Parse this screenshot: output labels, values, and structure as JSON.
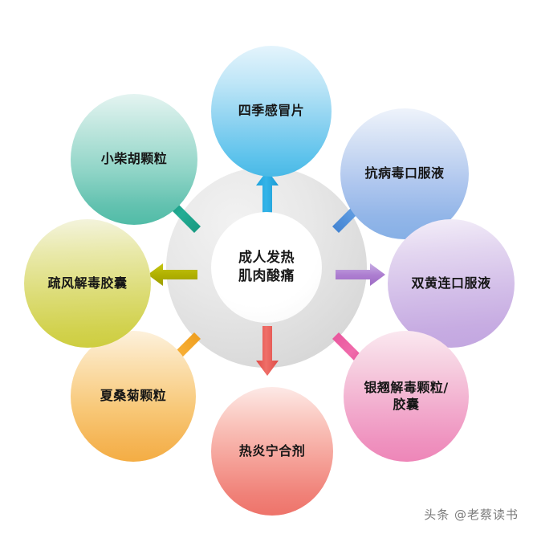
{
  "diagram": {
    "type": "radial-hub-and-spoke",
    "center": {
      "line1": "成人发热",
      "line2": "肌肉酸痛"
    },
    "nodes": [
      {
        "id": "top",
        "label": "四季感冒片",
        "position": "top",
        "color": "#49b9e6",
        "arrow_color": "#29abe2",
        "direction": "up"
      },
      {
        "id": "topright",
        "label": "抗病毒口服液",
        "position": "top-right",
        "color": "#86b0e6",
        "arrow_color": "#4a8fd6",
        "direction": "up-right"
      },
      {
        "id": "right",
        "label": "双黄连口服液",
        "position": "right",
        "color": "#c2a6e0",
        "arrow_color": "#b07fd4",
        "direction": "right"
      },
      {
        "id": "bottomright",
        "label": "银翘解毒颗粒/",
        "label2": "胶囊",
        "position": "bottom-right",
        "color": "#ee86b8",
        "arrow_color": "#e8539b",
        "direction": "down-right"
      },
      {
        "id": "bottom",
        "label": "热炎宁合剂",
        "position": "bottom",
        "color": "#ee736a",
        "arrow_color": "#e8534f",
        "direction": "down"
      },
      {
        "id": "bottomleft",
        "label": "夏桑菊颗粒",
        "position": "bottom-left",
        "color": "#f4ad44",
        "arrow_color": "#f09a18",
        "direction": "down-left"
      },
      {
        "id": "left",
        "label": "疏风解毒胶囊",
        "position": "left",
        "color": "#cdcd3e",
        "arrow_color": "#b5b500",
        "direction": "left"
      },
      {
        "id": "topleft",
        "label": "小柴胡颗粒",
        "position": "top-left",
        "color": "#51bca7",
        "arrow_color": "#1ba089",
        "direction": "up-left"
      }
    ]
  },
  "watermark": {
    "text": "头条 @老蔡读书"
  }
}
